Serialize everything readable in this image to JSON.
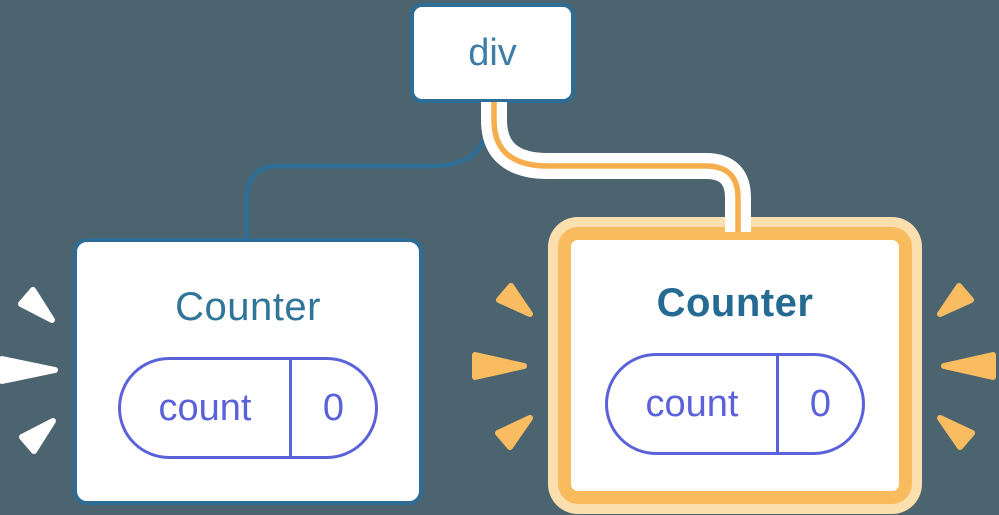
{
  "diagram": {
    "root": {
      "label": "div"
    },
    "children": [
      {
        "title": "Counter",
        "state": {
          "key": "count",
          "value": "0"
        },
        "highlighted": false
      },
      {
        "title": "Counter",
        "state": {
          "key": "count",
          "value": "0"
        },
        "highlighted": true
      }
    ]
  },
  "colors": {
    "background": "#4B646F",
    "node_fill": "#FFFFFF",
    "steel_blue_border": "#2E6D96",
    "div_label_text": "#3D7DA7",
    "counter_title_left": "#2F7499",
    "counter_title_right": "#256A93",
    "state_pill_indigo": "#5B61DB",
    "connector_blue": "#2E6D96",
    "connector_orange": "#F6AD4D",
    "connector_casing": "#FFFFFF",
    "highlight_border_orange": "#F8BC5F",
    "highlight_glow_ring": "#FCDFAF",
    "spark_orange": "#F9BC60",
    "spark_white": "#FFFFFF"
  }
}
